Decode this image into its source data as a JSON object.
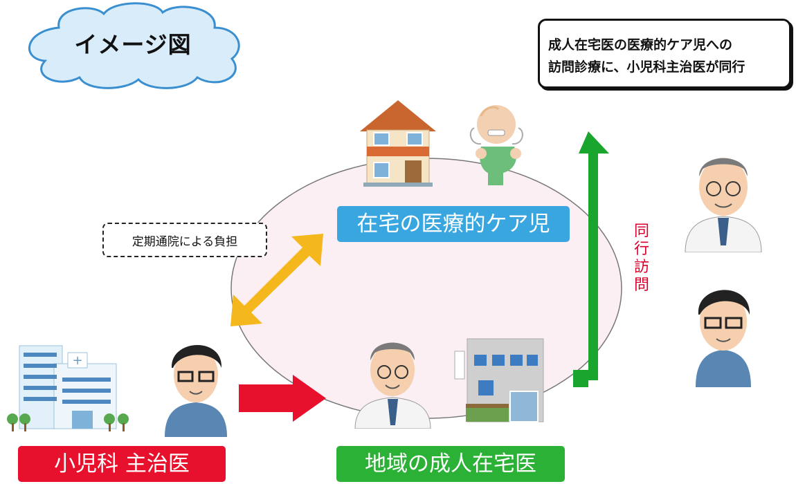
{
  "cloud": {
    "title": "イメージ図"
  },
  "note": {
    "line1": "成人在宅医の医療的ケア児への",
    "line2": "訪問診療に、小児科主治医が同行"
  },
  "dashed_label": {
    "text": "定期通院による負担"
  },
  "top_label": {
    "text": "在宅の医療的ケア児"
  },
  "bottom_left_label": {
    "text": "小児科 主治医"
  },
  "bottom_center_label": {
    "text": "地域の成人在宅医"
  },
  "side_label": {
    "chars": [
      "同",
      "行",
      "訪",
      "問"
    ]
  },
  "colors": {
    "sky_banner": "#39a6e0",
    "red_banner": "#e8112d",
    "green_banner": "#2bb135",
    "yellow_arrow": "#f5b81c",
    "red_arrow": "#e8112d",
    "green_arrow": "#1aa52e",
    "circle_fill": "#fbeff4"
  }
}
